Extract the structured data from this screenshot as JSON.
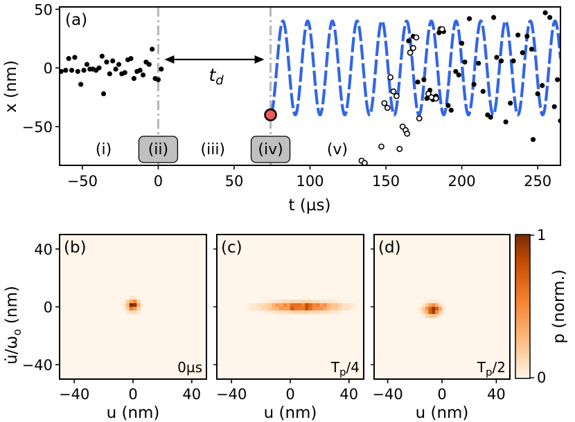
{
  "chart_data": [
    {
      "type": "scatter",
      "panel": "(a)",
      "xlabel": "t (µs)",
      "ylabel": "x (nm)",
      "xlim": [
        -65,
        265
      ],
      "ylim": [
        -83,
        52
      ],
      "xticks": [
        -50,
        0,
        50,
        100,
        150,
        200,
        250
      ],
      "yticks": [
        50,
        0,
        -50
      ],
      "vlines": [
        0,
        74
      ],
      "delay_label": "t",
      "delay_subscript": "d",
      "delay_from": 0,
      "delay_to": 74,
      "phases": [
        {
          "label": "(i)",
          "t": -36,
          "boxed": false
        },
        {
          "label": "(ii)",
          "t": 0,
          "boxed": true
        },
        {
          "label": "(iii)",
          "t": 36,
          "boxed": false
        },
        {
          "label": "(iv)",
          "t": 74,
          "boxed": true
        },
        {
          "label": "(v)",
          "t": 118,
          "boxed": false
        }
      ],
      "fit": {
        "amplitude": 40,
        "period": 16.3,
        "t_start": 74,
        "t_end": 265,
        "color": "#3366e6"
      },
      "marker": {
        "t": 74,
        "x": -40,
        "color": "#f05a5a"
      },
      "series_filled": [
        [
          -64,
          -3
        ],
        [
          -61,
          -2
        ],
        [
          -59,
          8
        ],
        [
          -57,
          -2
        ],
        [
          -55,
          9
        ],
        [
          -53,
          -3
        ],
        [
          -51,
          -14
        ],
        [
          -49,
          -2
        ],
        [
          -47,
          3
        ],
        [
          -45,
          -1
        ],
        [
          -43,
          -1
        ],
        [
          -41,
          -2
        ],
        [
          -39,
          0
        ],
        [
          -37,
          10
        ],
        [
          -36,
          -22
        ],
        [
          -34,
          5
        ],
        [
          -32,
          -5
        ],
        [
          -30,
          6
        ],
        [
          -28,
          -1
        ],
        [
          -26,
          3
        ],
        [
          -24,
          -5
        ],
        [
          -22,
          -4
        ],
        [
          -20,
          7
        ],
        [
          -18,
          8
        ],
        [
          -16,
          -9
        ],
        [
          -14,
          -3
        ],
        [
          -12,
          -2
        ],
        [
          -10,
          -6
        ],
        [
          -8,
          5
        ],
        [
          -6,
          3
        ],
        [
          -4,
          16
        ],
        [
          -2,
          -9
        ],
        [
          0,
          -10
        ],
        [
          2,
          -1
        ],
        [
          165,
          23
        ],
        [
          168,
          27
        ],
        [
          171,
          -12
        ],
        [
          175,
          -10
        ],
        [
          177,
          -26
        ],
        [
          179,
          -19
        ],
        [
          181,
          -27
        ],
        [
          183,
          -24
        ],
        [
          185,
          30
        ],
        [
          188,
          31
        ],
        [
          191,
          -32
        ],
        [
          193,
          -36
        ],
        [
          196,
          -3
        ],
        [
          198,
          -6
        ],
        [
          200,
          21
        ],
        [
          202,
          5
        ],
        [
          205,
          42
        ],
        [
          208,
          -14
        ],
        [
          211,
          4
        ],
        [
          214,
          -20
        ],
        [
          217,
          -40
        ],
        [
          219,
          -42
        ],
        [
          221,
          43
        ],
        [
          223,
          9
        ],
        [
          226,
          6
        ],
        [
          229,
          -46
        ],
        [
          232,
          -30
        ],
        [
          234,
          6
        ],
        [
          237,
          28
        ],
        [
          240,
          13
        ],
        [
          243,
          27
        ],
        [
          246,
          16
        ],
        [
          247,
          -61
        ],
        [
          250,
          -22
        ],
        [
          253,
          -15
        ],
        [
          255,
          47
        ],
        [
          258,
          43
        ],
        [
          261,
          -33
        ],
        [
          263,
          -10
        ],
        [
          265,
          -45
        ]
      ],
      "series_open": [
        [
          134,
          -79
        ],
        [
          136,
          -81
        ],
        [
          147,
          -67
        ],
        [
          149,
          -30
        ],
        [
          151,
          -34
        ],
        [
          153,
          -8
        ],
        [
          155,
          -20
        ],
        [
          157,
          -24
        ],
        [
          159,
          -69
        ],
        [
          161,
          -50
        ],
        [
          163,
          -53
        ],
        [
          164,
          -56
        ],
        [
          166,
          13
        ],
        [
          168,
          17
        ],
        [
          170,
          26
        ],
        [
          172,
          -43
        ],
        [
          178,
          -22
        ],
        [
          180,
          -25
        ],
        [
          183,
          -26
        ],
        [
          186,
          33
        ],
        [
          187,
          33
        ]
      ]
    },
    {
      "type": "heatmap",
      "panel": "(b)",
      "note": "0µs",
      "xlabel": "u (nm)",
      "ylabel": "u̇/ω",
      "ylabel_sub": "o",
      "ylabel_unit": " (nm)",
      "xlim": [
        -50,
        50
      ],
      "ylim": [
        -50,
        50
      ],
      "xticks": [
        -40,
        0,
        40
      ],
      "yticks": [
        40,
        0,
        -40
      ],
      "blobs": [
        {
          "u": 0,
          "v": 1,
          "su": 2.5,
          "sv": 2.3,
          "amp": 1.0
        }
      ]
    },
    {
      "type": "heatmap",
      "panel": "(c)",
      "note_main": "T",
      "note_sub": "p",
      "note_tail": "/4",
      "xlabel": "u (nm)",
      "xlim": [
        -50,
        50
      ],
      "ylim": [
        -50,
        50
      ],
      "xticks": [
        -40,
        0,
        40
      ],
      "blobs": [
        {
          "u": 8,
          "v": 0,
          "su": 15,
          "sv": 2.0,
          "amp": 0.8
        }
      ]
    },
    {
      "type": "heatmap",
      "panel": "(d)",
      "note_main": "T",
      "note_sub": "p",
      "note_tail": "/2",
      "xlabel": "u (nm)",
      "xlim": [
        -50,
        50
      ],
      "ylim": [
        -50,
        50
      ],
      "xticks": [
        -40,
        0,
        40
      ],
      "blobs": [
        {
          "u": -7,
          "v": -2,
          "su": 3.8,
          "sv": 2.5,
          "amp": 1.0
        }
      ]
    }
  ],
  "colorbar": {
    "label": "p (norm.)",
    "ticks": [
      1,
      0
    ],
    "colors": [
      "#fff5ea",
      "#fdbf85",
      "#f4802e",
      "#c44e04",
      "#7a2a03"
    ]
  }
}
